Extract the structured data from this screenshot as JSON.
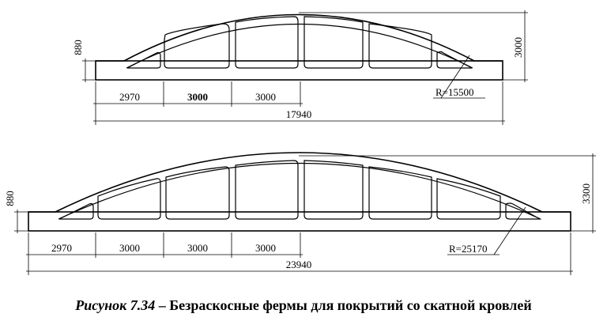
{
  "truss_top": {
    "dims_bottom": [
      "2970",
      "3000",
      "3000"
    ],
    "total_length": "17940",
    "end_height": "880",
    "total_height": "3000",
    "radius_label": "R=15500"
  },
  "truss_bottom": {
    "dims_bottom": [
      "2970",
      "3000",
      "3000",
      "3000"
    ],
    "total_length": "23940",
    "end_height": "880",
    "total_height": "3300",
    "radius_label": "R=25170"
  },
  "caption": {
    "label": "Рисунок 7.34",
    "dash": " – ",
    "text": "Безраскосные фермы для покрытий со скатной кровлей"
  }
}
